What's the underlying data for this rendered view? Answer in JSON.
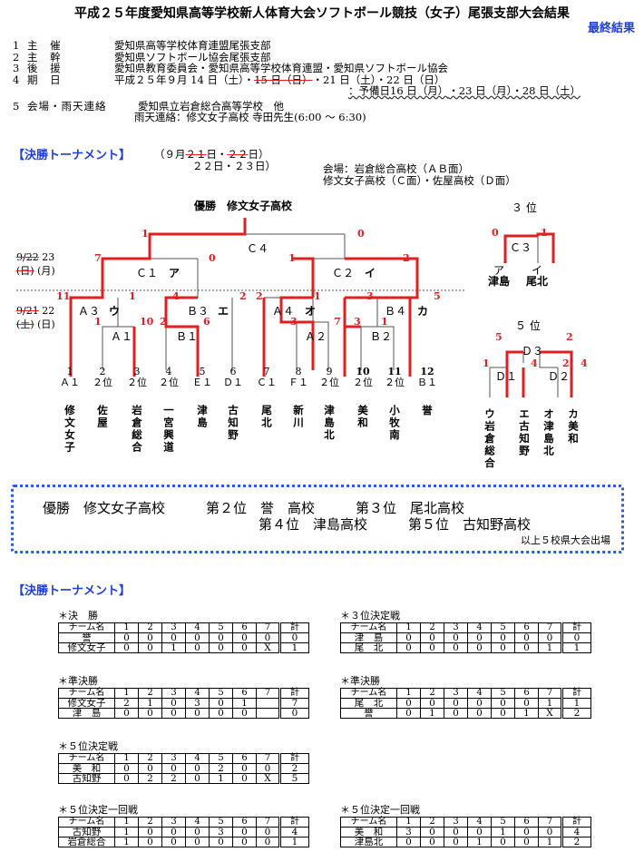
{
  "header": {
    "title": "平成２５年度愛知県高等学校新人体育大会ソフトボール競技（女子）尾張支部大会結果",
    "final_label": "最終結果"
  },
  "info": {
    "rows": [
      {
        "num": "1",
        "label": "主 催",
        "value": "愛知県高等学校体育連盟尾張支部"
      },
      {
        "num": "2",
        "label": "主 幹",
        "value": "愛知県ソフトボール協会尾張支部"
      },
      {
        "num": "3",
        "label": "後 援",
        "value": "愛知県教育委員会・愛知県高等学校体育連盟・愛知県ソフトボール協会"
      }
    ],
    "date": {
      "num": "4",
      "label": "期 日",
      "value_a": "平成２５年９月 14 日（土）・",
      "struck": "15 日（日）",
      "value_b": "・21 日（土）・22 日（日）"
    },
    "reserve": {
      "prefix": "：予備日",
      "struck": "16 日（月）",
      "value": "・23 日（月）・28 日（土）"
    },
    "venue": {
      "num": "5",
      "label": "会場・雨天連絡",
      "value": "愛知県立岩倉総合高等学校　他"
    },
    "rain": "雨天連絡：修文女子高校 寺田先生(6:00 ～ 6:30)"
  },
  "tournament": {
    "heading": "【決勝トーナメント】",
    "dates_a": "（９月",
    "dates_struck1": "２１",
    "dates_b": "日・",
    "dates_struck2": "２２",
    "dates_c": "日）",
    "dates_new": "２２日・２３日）",
    "venue1": "会場：岩倉総合高校（ＡＢ面）",
    "venue2": "修文女子高校（Ｃ面）・佐屋高校（Ｄ面）",
    "winner_label": "優勝　修文女子高校",
    "third_label": "３ 位",
    "fifth_label": "５ 位",
    "date_r1_old": "9/22",
    "date_r1_new": "23",
    "date_r1_day_old": "(日)",
    "date_r1_day_new": "(月)",
    "date_r2_old": "9/21",
    "date_r2_new": "22",
    "date_r2_day_old": "(土)",
    "date_r2_day_new": "(日)",
    "games": [
      "Ｃ４",
      "Ｃ１",
      "Ｃ２",
      "Ａ３",
      "Ｂ３",
      "Ａ４",
      "Ｂ４",
      "Ａ１",
      "Ａ２",
      "Ｂ１",
      "Ｂ２",
      "Ｃ３",
      "Ｄ３",
      "Ｄ１",
      "Ｄ２"
    ],
    "game_letters": [
      "ア",
      "イ",
      "ウ",
      "エ",
      "オ",
      "カ"
    ],
    "seeds": [
      {
        "no": "1",
        "seed": "Ａ１",
        "team": "修文女子"
      },
      {
        "no": "2",
        "seed": "２位",
        "team": "佐屋"
      },
      {
        "no": "3",
        "seed": "２位",
        "team": "岩倉総合"
      },
      {
        "no": "4",
        "seed": "２位",
        "team": "一宮興道"
      },
      {
        "no": "5",
        "seed": "Ｅ１",
        "team": "津島"
      },
      {
        "no": "6",
        "seed": "Ｄ１",
        "team": "古知野"
      },
      {
        "no": "7",
        "seed": "Ｃ１",
        "team": "尾北"
      },
      {
        "no": "8",
        "seed": "Ｆ１",
        "team": "新川"
      },
      {
        "no": "9",
        "seed": "２位",
        "team": "津島北"
      },
      {
        "no": "10",
        "seed": "２位",
        "team": "美和"
      },
      {
        "no": "11",
        "seed": "２位",
        "team": "小牧南"
      },
      {
        "no": "12",
        "seed": "Ｂ１",
        "team": "誉"
      }
    ],
    "third_teams": [
      {
        "letter": "ア",
        "team": "津島"
      },
      {
        "letter": "イ",
        "team": "尾北"
      }
    ],
    "fifth_teams": [
      {
        "letter": "ウ",
        "team": "岩倉総合"
      },
      {
        "letter": "エ",
        "team": "古知野"
      },
      {
        "letter": "オ",
        "team": "津島北"
      },
      {
        "letter": "カ",
        "team": "美和"
      }
    ],
    "scores": {
      "c4": [
        "1",
        "0"
      ],
      "c1": [
        "7",
        "0"
      ],
      "c2": [
        "1",
        "2"
      ],
      "a3": [
        "11",
        "1"
      ],
      "b3": [
        "4",
        "2"
      ],
      "a4": [
        "2",
        "1"
      ],
      "b4": [
        "3",
        "5"
      ],
      "a1": [
        "1",
        "10"
      ],
      "b1": [
        "2",
        "6"
      ],
      "a2": [
        "3",
        "7"
      ],
      "b2": [
        "3",
        "1"
      ],
      "c3": [
        "0",
        "1"
      ],
      "d3": [
        "5",
        "2"
      ],
      "d1": [
        "1",
        "4"
      ],
      "d2": [
        "2",
        "4"
      ]
    }
  },
  "results": {
    "line1": "優勝　修文女子高校　　　第２位　誉　高校　　　第３位　尾北高校",
    "line2": "第４位　津島高校　　　第５位　古知野高校",
    "note": "以上５校県大会出場"
  },
  "scoreboards": {
    "heading": "【決勝トーナメント】",
    "header": [
      "チーム名",
      "1",
      "2",
      "3",
      "4",
      "5",
      "6",
      "7",
      "計"
    ],
    "boards": [
      {
        "title": "＊決　勝",
        "rows": [
          [
            "誉",
            "0",
            "0",
            "0",
            "0",
            "0",
            "0",
            "0",
            "0"
          ],
          [
            "修文女子",
            "0",
            "0",
            "1",
            "0",
            "0",
            "0",
            "X",
            "1"
          ]
        ]
      },
      {
        "title": "＊３位決定戦",
        "rows": [
          [
            "津　島",
            "0",
            "0",
            "0",
            "0",
            "0",
            "0",
            "0",
            "0"
          ],
          [
            "尾　北",
            "0",
            "0",
            "0",
            "0",
            "0",
            "0",
            "1",
            "1"
          ]
        ]
      },
      {
        "title": "＊準決勝",
        "rows": [
          [
            "修文女子",
            "2",
            "1",
            "0",
            "3",
            "0",
            "1",
            "",
            "7"
          ],
          [
            "津　島",
            "0",
            "0",
            "0",
            "0",
            "0",
            "0",
            "",
            "0"
          ]
        ]
      },
      {
        "title": "＊準決勝",
        "rows": [
          [
            "尾　北",
            "0",
            "0",
            "0",
            "0",
            "0",
            "0",
            "1",
            "1"
          ],
          [
            "誉",
            "0",
            "1",
            "0",
            "0",
            "0",
            "1",
            "X",
            "2"
          ]
        ]
      },
      {
        "title": "＊５位決定戦",
        "rows": [
          [
            "美　和",
            "0",
            "0",
            "0",
            "0",
            "2",
            "0",
            "0",
            "2"
          ],
          [
            "古知野",
            "0",
            "2",
            "2",
            "0",
            "1",
            "0",
            "X",
            "5"
          ]
        ]
      },
      {
        "title": "＊５位決定一回戦",
        "rows": [
          [
            "古知野",
            "1",
            "0",
            "0",
            "0",
            "3",
            "0",
            "0",
            "4"
          ],
          [
            "岩倉総合",
            "1",
            "0",
            "0",
            "0",
            "0",
            "0",
            "0",
            "1"
          ]
        ]
      },
      {
        "title": "＊５位決定一回戦",
        "rows": [
          [
            "美　和",
            "3",
            "0",
            "0",
            "0",
            "1",
            "0",
            "0",
            "4"
          ],
          [
            "津島北",
            "0",
            "0",
            "0",
            "1",
            "0",
            "0",
            "1",
            "2"
          ]
        ]
      }
    ]
  }
}
